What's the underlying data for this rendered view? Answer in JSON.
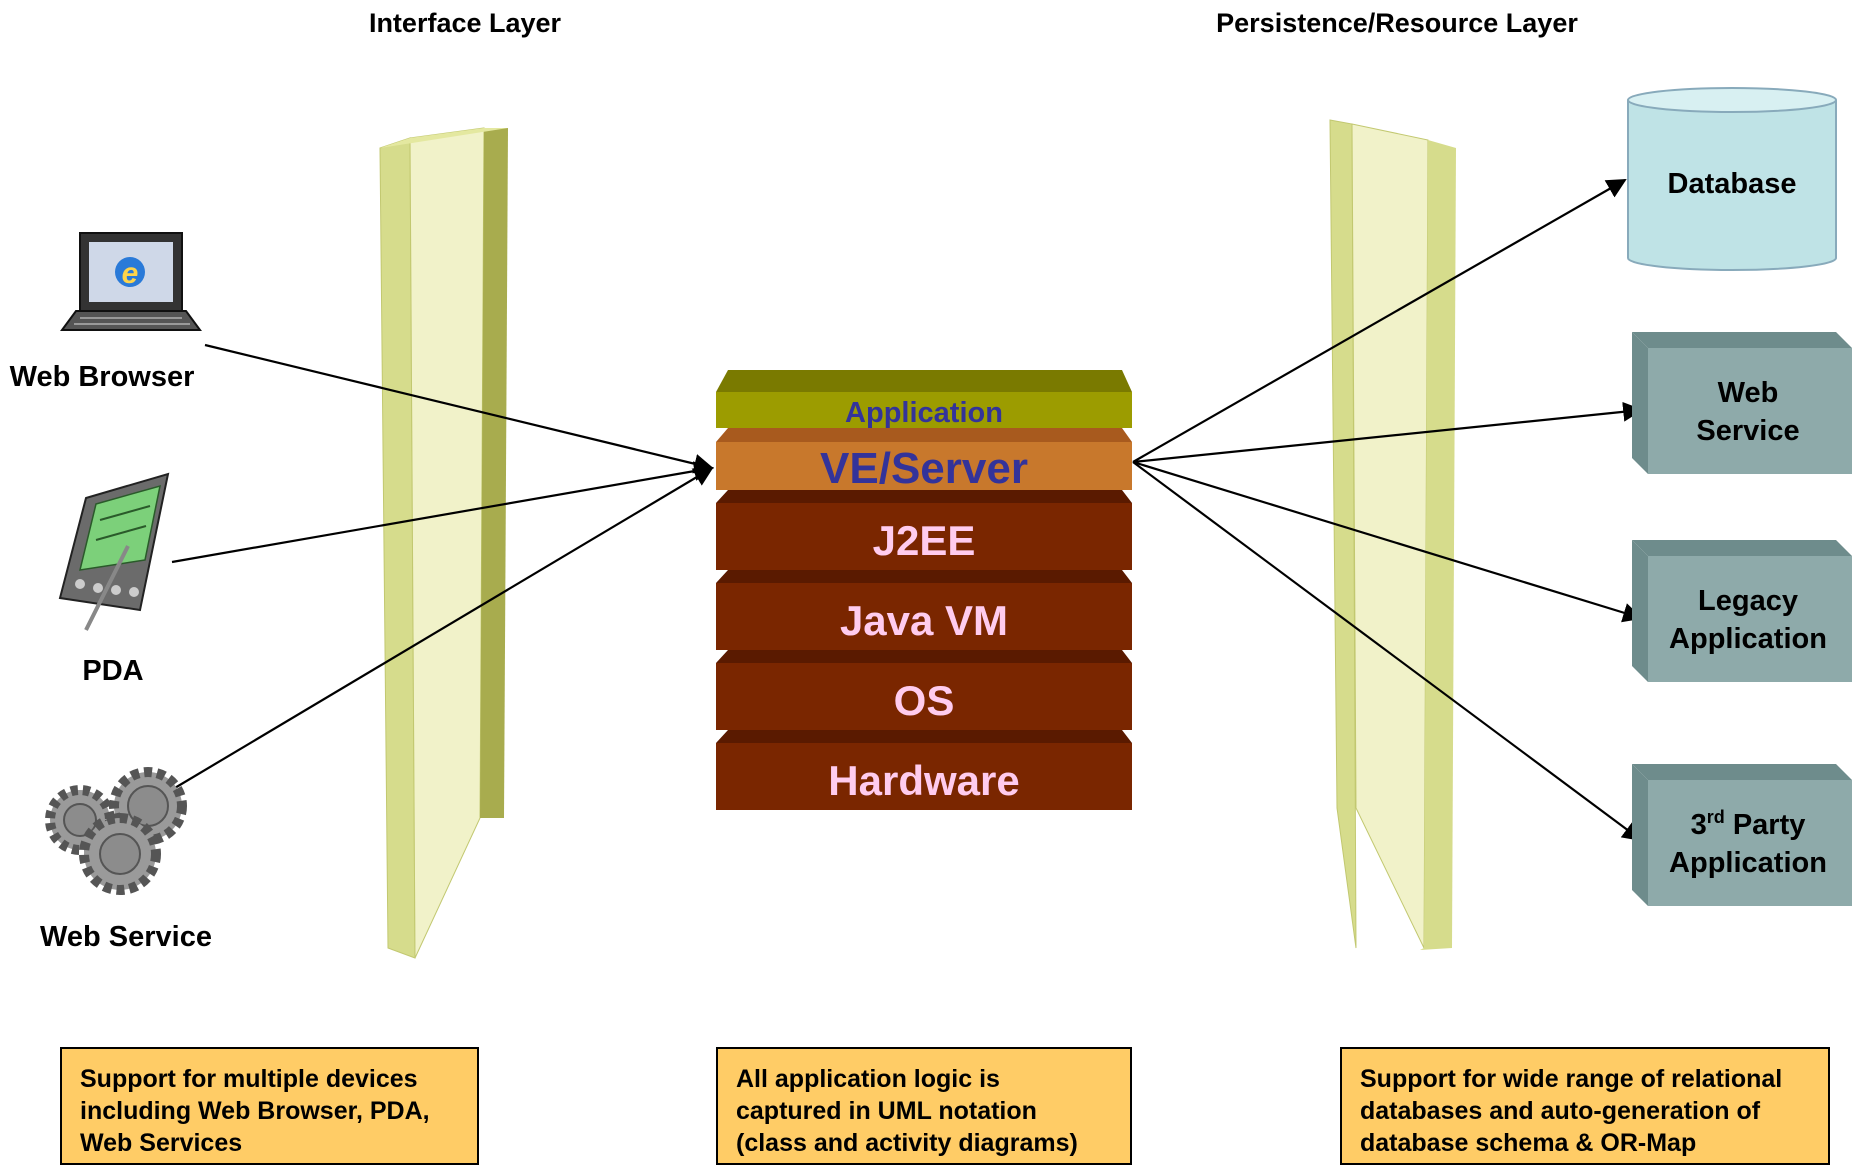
{
  "headings": {
    "interface": "Interface Layer",
    "persistence": "Persistence/Resource Layer"
  },
  "clients": [
    {
      "label": "Web Browser",
      "icon": "laptop-browser-icon"
    },
    {
      "label": "PDA",
      "icon": "pda-icon"
    },
    {
      "label": "Web Service",
      "icon": "gears-icon"
    }
  ],
  "stack": {
    "application": "Application",
    "ve_server": "VE/Server",
    "j2ee": "J2EE",
    "jvm": "Java VM",
    "os": "OS",
    "hardware": "Hardware"
  },
  "resources": {
    "database": "Database",
    "web_service": {
      "line1": "Web",
      "line2": "Service"
    },
    "legacy": {
      "line1": "Legacy",
      "line2": "Application"
    },
    "third_party": {
      "sup_num": "3",
      "sup": "rd",
      "rest": " Party",
      "line2": "Application"
    }
  },
  "notes": {
    "left": "Support for multiple devices\nincluding Web Browser, PDA,\nWeb Services",
    "center": "All application logic is\ncaptured in UML notation\n(class and activity diagrams)",
    "right": "Support for wide range of relational\ndatabases and auto-generation of\ndatabase schema & OR-Map"
  },
  "colors": {
    "panel_face": "#eef0c0",
    "panel_edge": "#d6dc8c",
    "application_layer": "#9c9c00",
    "ve_server_layer": "#c8782c",
    "lower_layers": "#7a2600",
    "lower_text": "#ffccee",
    "ve_text": "#33339a",
    "database_fill": "#bfe3e6",
    "resource_box": "#8eaaaa",
    "note_fill": "#ffcc66"
  }
}
